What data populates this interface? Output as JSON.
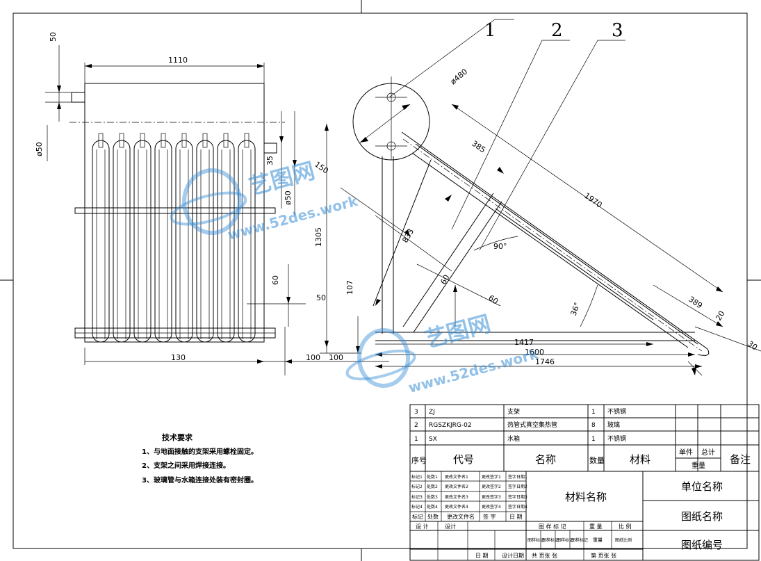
{
  "drawing": {
    "callouts": [
      "1",
      "2",
      "3"
    ],
    "front_view": {
      "dim_width": "1110",
      "dim_inlet": "50",
      "dim_pipe_dia": "ø50",
      "dim_bottom_left": "130",
      "dim_bottom_right": "100",
      "dim_height": "1305",
      "dim_35": "35",
      "dim_50_pipe": "ø50",
      "dim_60": "60",
      "dim_50_low": "50",
      "dim_107": "107"
    },
    "side_view": {
      "dim_tank_dia": "ø480",
      "dim_150": "150",
      "dim_385": "385",
      "dim_1970": "1970",
      "dim_833": "833",
      "dim_90": "90°",
      "dim_60a": "60",
      "dim_60b": "60",
      "dim_36": "36°",
      "dim_389": "389",
      "dim_20": "20",
      "dim_30": "30",
      "dim_100": "100",
      "dim_1417": "1417",
      "dim_1600": "1600",
      "dim_1746": "1746"
    }
  },
  "tech_requirements": {
    "title": "技术要求",
    "items": [
      "1、与地面接触的支架采用螺栓固定。",
      "2、支架之间采用焊接连接。",
      "3、玻璃管与水箱连接处装有密封圈。"
    ]
  },
  "bom": {
    "rows": [
      {
        "no": "3",
        "code": "ZJ",
        "name": "支架",
        "qty": "1",
        "material": "不锈钢"
      },
      {
        "no": "2",
        "code": "RGSZKJRG-02",
        "name": "热管式真空集热管",
        "qty": "8",
        "material": "玻璃"
      },
      {
        "no": "1",
        "code": "SX",
        "name": "水箱",
        "qty": "1",
        "material": "不锈钢"
      }
    ],
    "header": {
      "no": "序号",
      "code": "代号",
      "name": "名称",
      "qty": "数量",
      "material": "材料",
      "unit": "单件",
      "total": "总计",
      "weight": "重量",
      "remark": "备注"
    }
  },
  "title_block": {
    "material_name": "材料名称",
    "unit_name": "单位名称",
    "drawing_name": "图纸名称",
    "drawing_no": "图纸编号",
    "rev_cells": [
      [
        "标记1",
        "处数1",
        "更改文件名1",
        "更改签字1",
        "签字日期1"
      ],
      [
        "标记2",
        "处数2",
        "更改文件名2",
        "更改签字2",
        "签字日期2"
      ],
      [
        "标记3",
        "处数3",
        "更改文件名3",
        "更改签字3",
        "签字日期3"
      ],
      [
        "标记4",
        "处数4",
        "更改文件名4",
        "更改签字4",
        "签字日期4"
      ]
    ],
    "rev_header": [
      "标记",
      "处数",
      "更改文件名",
      "签 字",
      "日 期"
    ],
    "design": "设 计",
    "design_value": "设计",
    "stage_label": "图 样 标 记",
    "weight_label": "重 量",
    "scale_label": "比 例",
    "stage_cells": [
      "图样标记",
      "图样标记",
      "图样标记",
      "图样标记"
    ],
    "weight_value": "重量",
    "scale_value": "图纸比例",
    "date_label": "日 期",
    "date_value": "设计日期",
    "sheets_label": "共 页张 张",
    "sheet_no_label": "第 页张 张"
  },
  "watermark": {
    "brand": "艺图网",
    "url": "www.52des.work"
  }
}
